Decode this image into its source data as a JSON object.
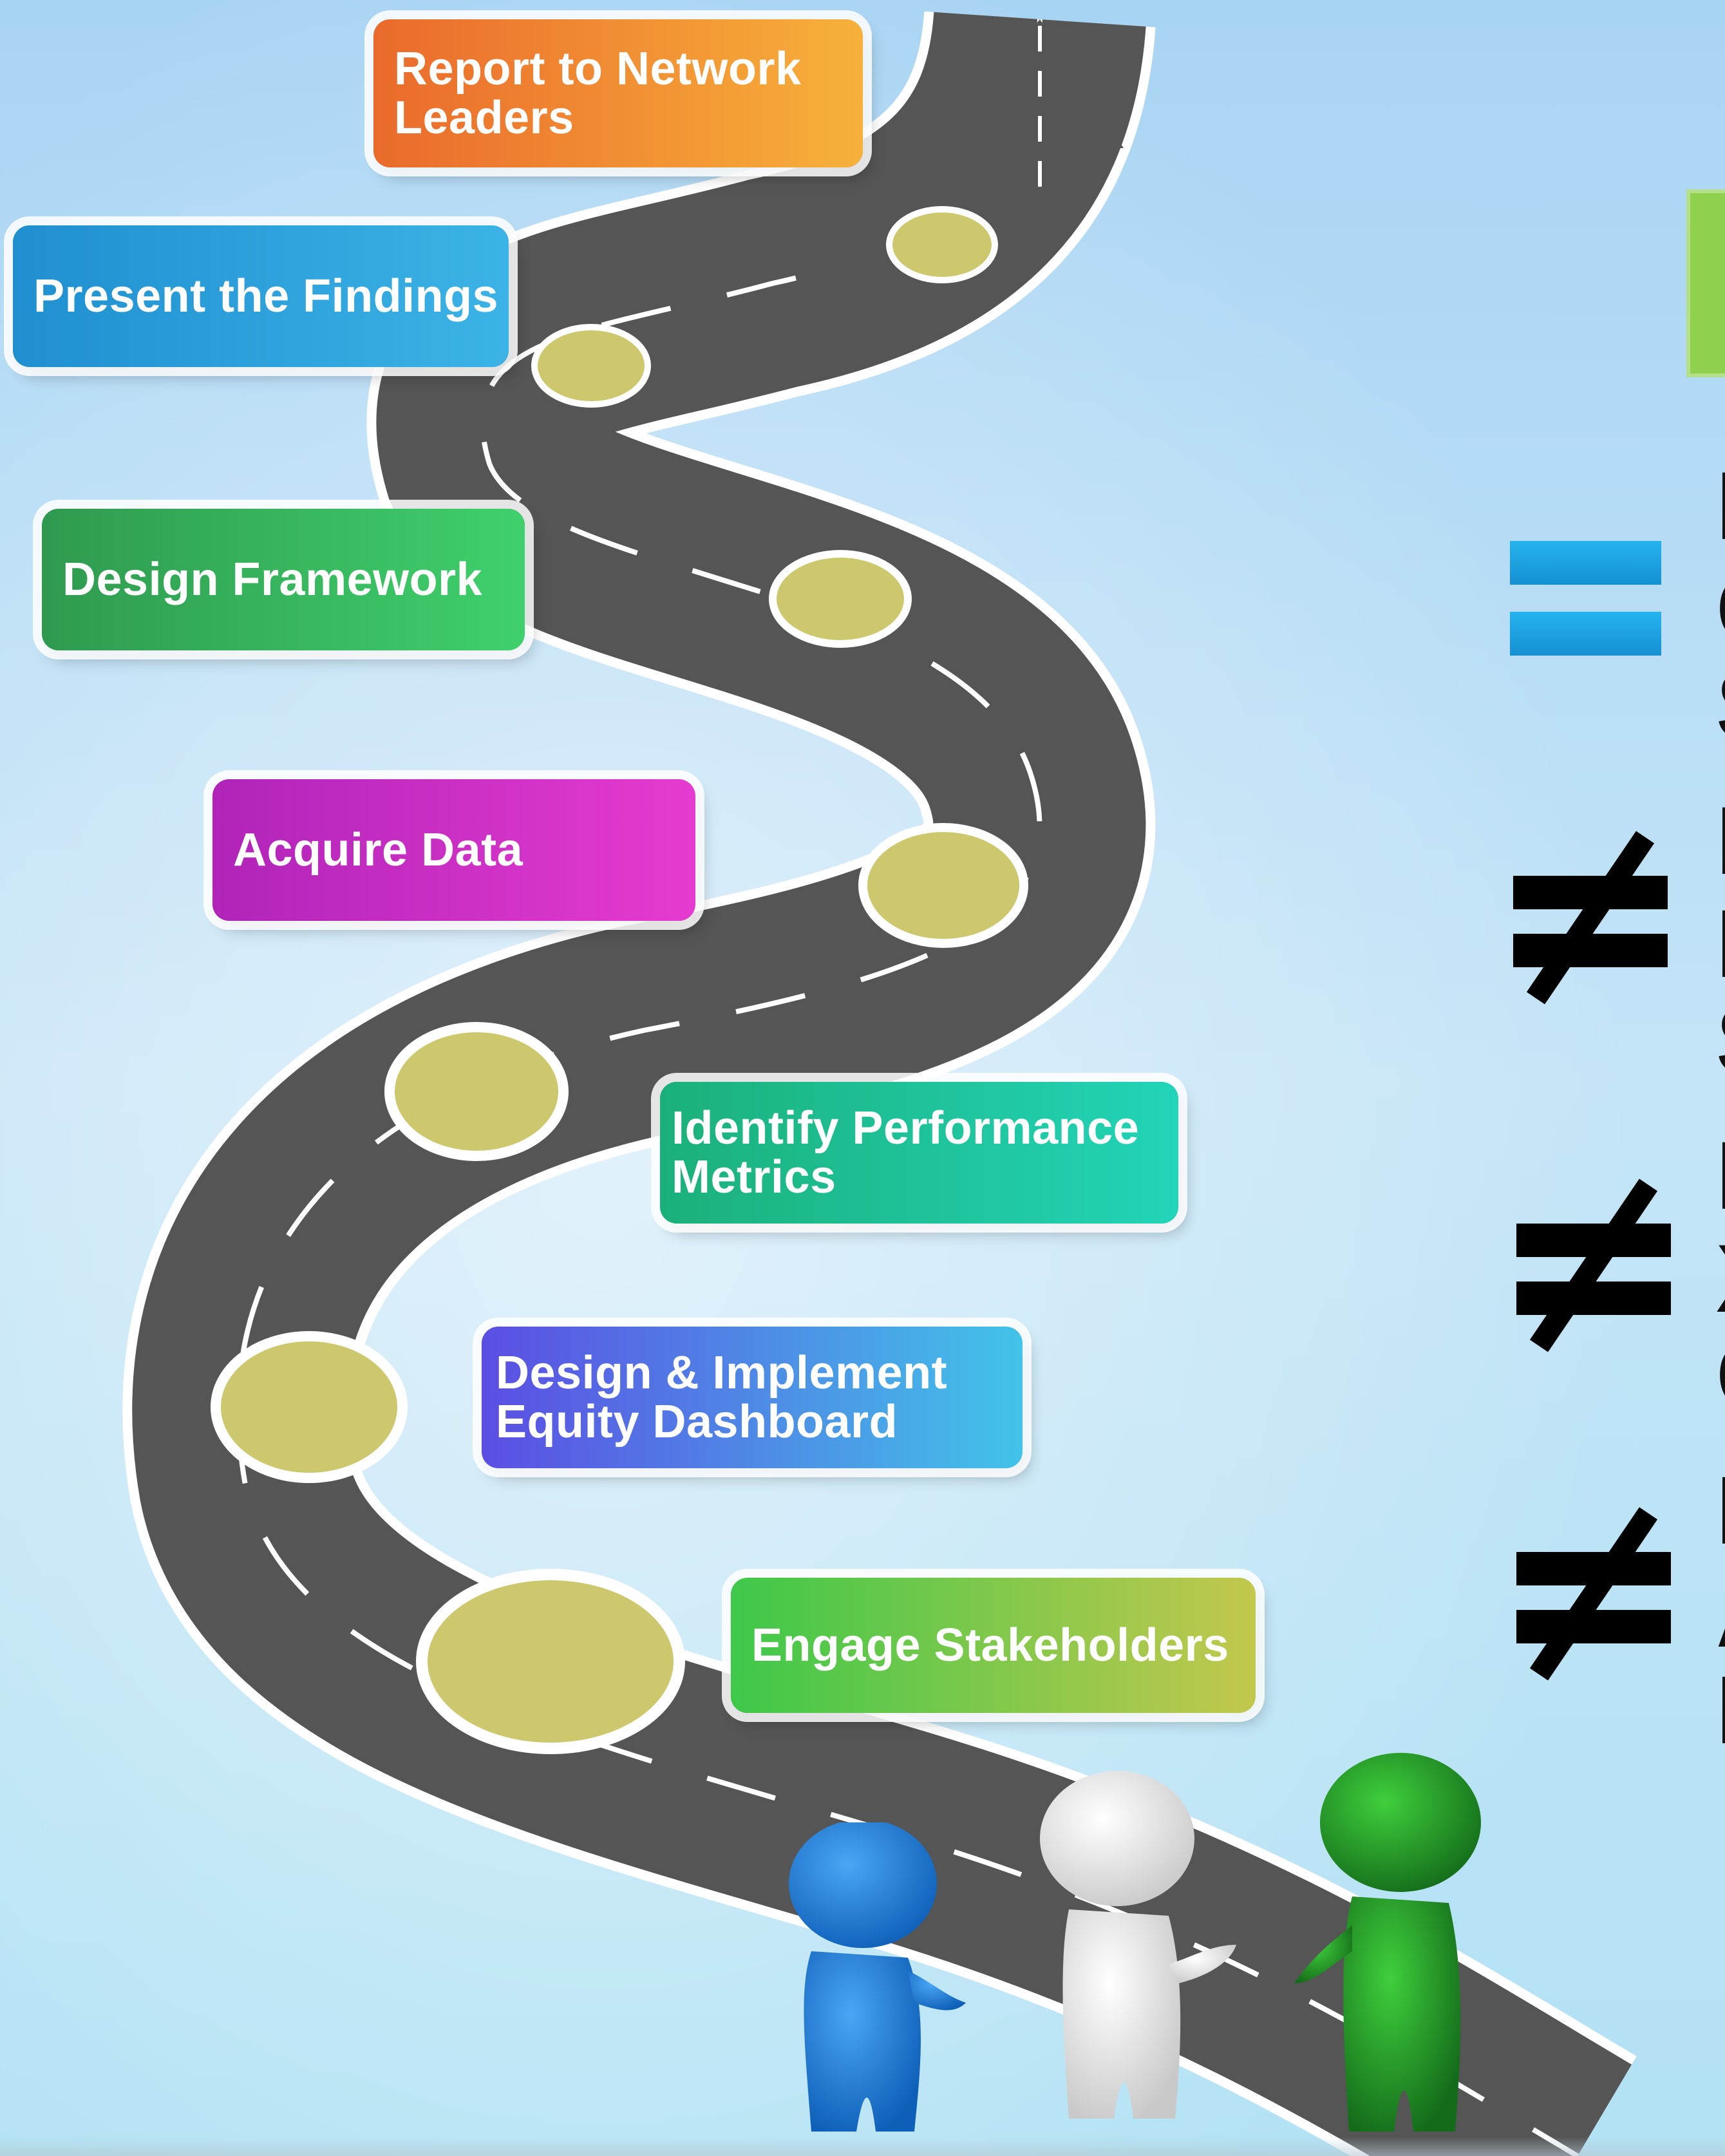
{
  "steps": [
    {
      "id": "report",
      "label": "Report to Network Leaders",
      "lines": [
        "Report to Network",
        "Leaders"
      ],
      "colors": [
        "#ea6a2c",
        "#f7b13a"
      ]
    },
    {
      "id": "present",
      "label": "Present the Findings",
      "lines": [
        "Present the Findings"
      ],
      "colors": [
        "#1f8fd0",
        "#3cb3e6"
      ]
    },
    {
      "id": "design-framework",
      "label": "Design Framework",
      "lines": [
        "Design Framework"
      ],
      "colors": [
        "#2f9a4f",
        "#3fd06c"
      ]
    },
    {
      "id": "acquire",
      "label": "Acquire Data",
      "lines": [
        "Acquire Data"
      ],
      "colors": [
        "#b024b8",
        "#e63bd0"
      ]
    },
    {
      "id": "identify",
      "label": "Identify Performance Metrics",
      "lines": [
        "Identify Performance",
        "Metrics"
      ],
      "colors": [
        "#1bb07a",
        "#22d4b8"
      ]
    },
    {
      "id": "dashboard",
      "label": "Design & Implement Equity Dashboard",
      "lines": [
        "Design & Implement",
        "Equity Dashboard"
      ],
      "colors": [
        "#5b4ee3",
        "#42c3e8"
      ]
    },
    {
      "id": "engage",
      "label": "Engage Stakeholders",
      "lines": [
        "Engage Stakeholders"
      ],
      "colors": [
        "#3ec84a",
        "#c2c84c"
      ]
    }
  ],
  "comparisons": [
    {
      "symbol": "=",
      "symbol_name": "equals-icon",
      "text_fragments": [
        "E",
        "C",
        "S"
      ]
    },
    {
      "symbol": "≠",
      "symbol_name": "not-equal-icon",
      "text_fragments": [
        "I",
        "I",
        "S"
      ]
    },
    {
      "symbol": "≠",
      "symbol_name": "not-equal-icon",
      "text_fragments": [
        "I",
        "X",
        "G"
      ]
    },
    {
      "symbol": "≠",
      "symbol_name": "not-equal-icon",
      "text_fragments": [
        "I",
        "A",
        "I"
      ]
    }
  ],
  "people": [
    {
      "name": "blue-person",
      "color": "#1877d6"
    },
    {
      "name": "white-person",
      "color": "#f2f2f2"
    },
    {
      "name": "green-person",
      "color": "#1f9a2a"
    }
  ],
  "colors": {
    "road": "#555555",
    "lane": "#ffffff",
    "milestone": "#cdc86e",
    "green_box": "#8fd14f",
    "equals_blue": "#1aa3e0"
  }
}
